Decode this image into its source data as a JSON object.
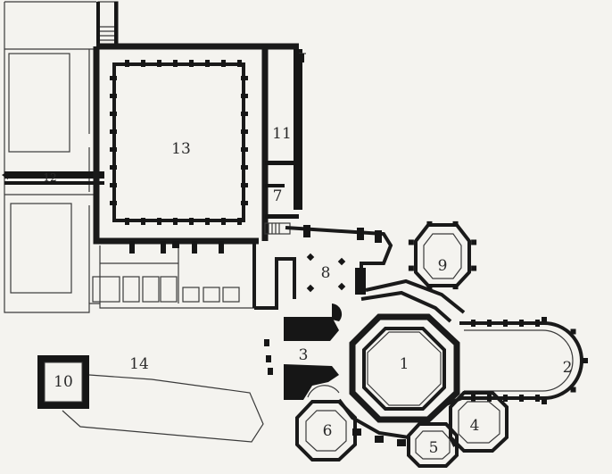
{
  "plan": {
    "rooms": [
      {
        "id": "r1",
        "label": "1"
      },
      {
        "id": "r2",
        "label": "2"
      },
      {
        "id": "r3",
        "label": "3"
      },
      {
        "id": "r4",
        "label": "4"
      },
      {
        "id": "r5",
        "label": "5"
      },
      {
        "id": "r6",
        "label": "6"
      },
      {
        "id": "r7",
        "label": "7"
      },
      {
        "id": "r8",
        "label": "8"
      },
      {
        "id": "r9",
        "label": "9"
      },
      {
        "id": "r10",
        "label": "10"
      },
      {
        "id": "r11",
        "label": "11"
      },
      {
        "id": "r12",
        "label": "12"
      },
      {
        "id": "r13",
        "label": "13"
      },
      {
        "id": "r14",
        "label": "14"
      }
    ],
    "ink_color": "#1a1a1a",
    "paper_color": "#f4f3ef"
  }
}
